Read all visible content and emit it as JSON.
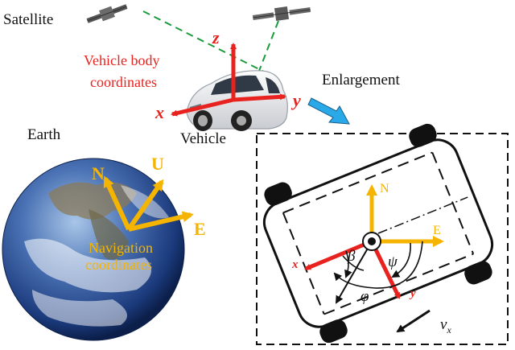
{
  "labels": {
    "satellite": "Satellite",
    "vehicle_body_line1": "Vehicle body",
    "vehicle_body_line2": "coordinates",
    "enlargement": "Enlargement",
    "earth": "Earth",
    "vehicle": "Vehicle",
    "navigation_line1": "Navigation",
    "navigation_line2": "coordinates"
  },
  "body_axes": {
    "x": "x",
    "y": "y",
    "z": "z"
  },
  "nav_axes": {
    "N": "N",
    "U": "U",
    "E": "E"
  },
  "enlargement_view": {
    "N": "N",
    "E": "E",
    "x": "x",
    "y": "y",
    "beta": "β",
    "psi": "ψ",
    "phi": "φ",
    "v": "v",
    "v_sub": "x"
  },
  "colors": {
    "red": "#e8231f",
    "orange": "#f5b400",
    "green_dashed": "#1a9b3c",
    "blue_arrow": "#29a9e8",
    "black": "#111111"
  }
}
